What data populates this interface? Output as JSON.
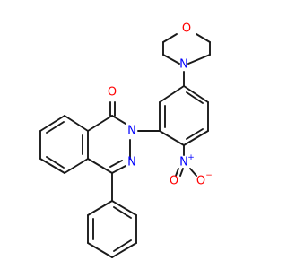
{
  "molecule": {
    "atoms": {
      "o_morpholine": {
        "symbol": "O",
        "color": "#ff0000"
      },
      "n_morpholine": {
        "symbol": "N",
        "color": "#0000ff"
      },
      "o_carbonyl": {
        "symbol": "O",
        "color": "#ff0000"
      },
      "n2_ring": {
        "symbol": "N",
        "color": "#0000ff"
      },
      "n3_ring": {
        "symbol": "N",
        "color": "#0000ff"
      },
      "n_nitro": {
        "symbol": "N",
        "color": "#0000ff",
        "charge": "+"
      },
      "o_nitro_1": {
        "symbol": "O",
        "color": "#ff0000"
      },
      "o_nitro_2": {
        "symbol": "O",
        "color": "#ff0000",
        "charge": "−"
      }
    },
    "bond_color": "#1a1a1a"
  }
}
